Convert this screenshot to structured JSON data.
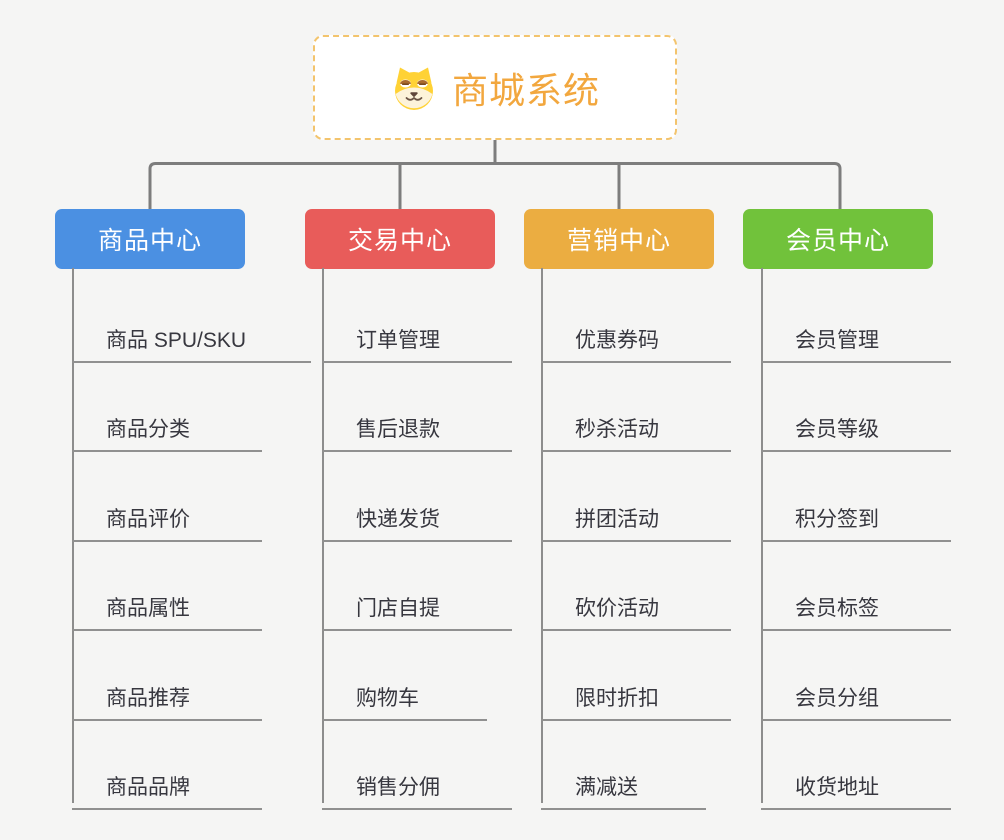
{
  "page": {
    "background": "#f5f5f4",
    "connector_color": "#7d7d7d",
    "underline_color": "#909090"
  },
  "root": {
    "label": "商城系统",
    "icon": "dog-face-icon",
    "accent_color": "#f2a73e",
    "border_color": "#f3c46d"
  },
  "branches": [
    {
      "label": "商品中心",
      "color": "#4b90e2",
      "items": [
        "商品 SPU/SKU",
        "商品分类",
        "商品评价",
        "商品属性",
        "商品推荐",
        "商品品牌"
      ]
    },
    {
      "label": "交易中心",
      "color": "#e85c5a",
      "items": [
        "订单管理",
        "售后退款",
        "快递发货",
        "门店自提",
        "购物车",
        "销售分佣"
      ]
    },
    {
      "label": "营销中心",
      "color": "#ebad41",
      "items": [
        "优惠券码",
        "秒杀活动",
        "拼团活动",
        "砍价活动",
        "限时折扣",
        "满减送"
      ]
    },
    {
      "label": "会员中心",
      "color": "#71c23b",
      "items": [
        "会员管理",
        "会员等级",
        "积分签到",
        "会员标签",
        "会员分组",
        "收货地址"
      ]
    }
  ]
}
